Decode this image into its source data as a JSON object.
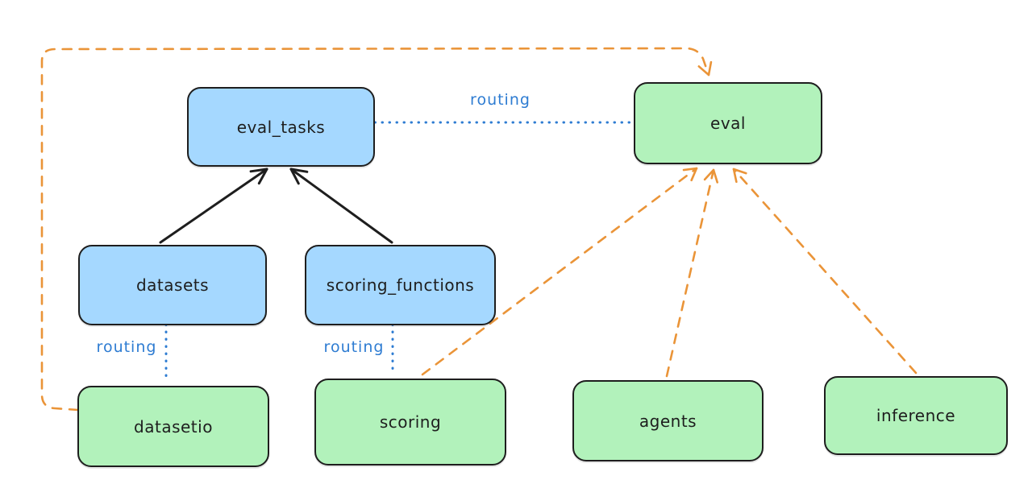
{
  "diagram": {
    "colors": {
      "canvas_bg": "#ffffff",
      "blue_fill": "#a5d8ff",
      "green_fill": "#b2f2bb",
      "node_stroke": "#1e1e1e",
      "orange": "#ea9438",
      "routing_blue": "#2e7cd2"
    },
    "nodes": [
      {
        "id": "eval_tasks",
        "label": "eval_tasks",
        "color": "blue"
      },
      {
        "id": "eval",
        "label": "eval",
        "color": "green"
      },
      {
        "id": "datasets",
        "label": "datasets",
        "color": "blue"
      },
      {
        "id": "scoring_functions",
        "label": "scoring_functions",
        "color": "blue"
      },
      {
        "id": "datasetio",
        "label": "datasetio",
        "color": "green"
      },
      {
        "id": "scoring",
        "label": "scoring",
        "color": "green"
      },
      {
        "id": "agents",
        "label": "agents",
        "color": "green"
      },
      {
        "id": "inference",
        "label": "inference",
        "color": "green"
      }
    ],
    "edge_labels": [
      {
        "id": "routing-eval_tasks-eval",
        "text": "routing"
      },
      {
        "id": "routing-datasets-datasetio",
        "text": "routing"
      },
      {
        "id": "routing-scoring_functions-scoring",
        "text": "routing"
      }
    ],
    "edges": [
      {
        "from": "datasets",
        "to": "eval_tasks",
        "style": "solid-black-arrow"
      },
      {
        "from": "scoring_functions",
        "to": "eval_tasks",
        "style": "solid-black-arrow"
      },
      {
        "from": "eval_tasks",
        "to": "eval",
        "style": "dotted-blue",
        "label": "routing"
      },
      {
        "from": "datasets",
        "to": "datasetio",
        "style": "dotted-blue",
        "label": "routing"
      },
      {
        "from": "scoring_functions",
        "to": "scoring",
        "style": "dotted-blue",
        "label": "routing"
      },
      {
        "from": "datasetio",
        "to": "eval",
        "style": "dashed-orange-arrow"
      },
      {
        "from": "scoring",
        "to": "eval",
        "style": "dashed-orange-arrow"
      },
      {
        "from": "agents",
        "to": "eval",
        "style": "dashed-orange-arrow"
      },
      {
        "from": "inference",
        "to": "eval",
        "style": "dashed-orange-arrow"
      }
    ]
  }
}
